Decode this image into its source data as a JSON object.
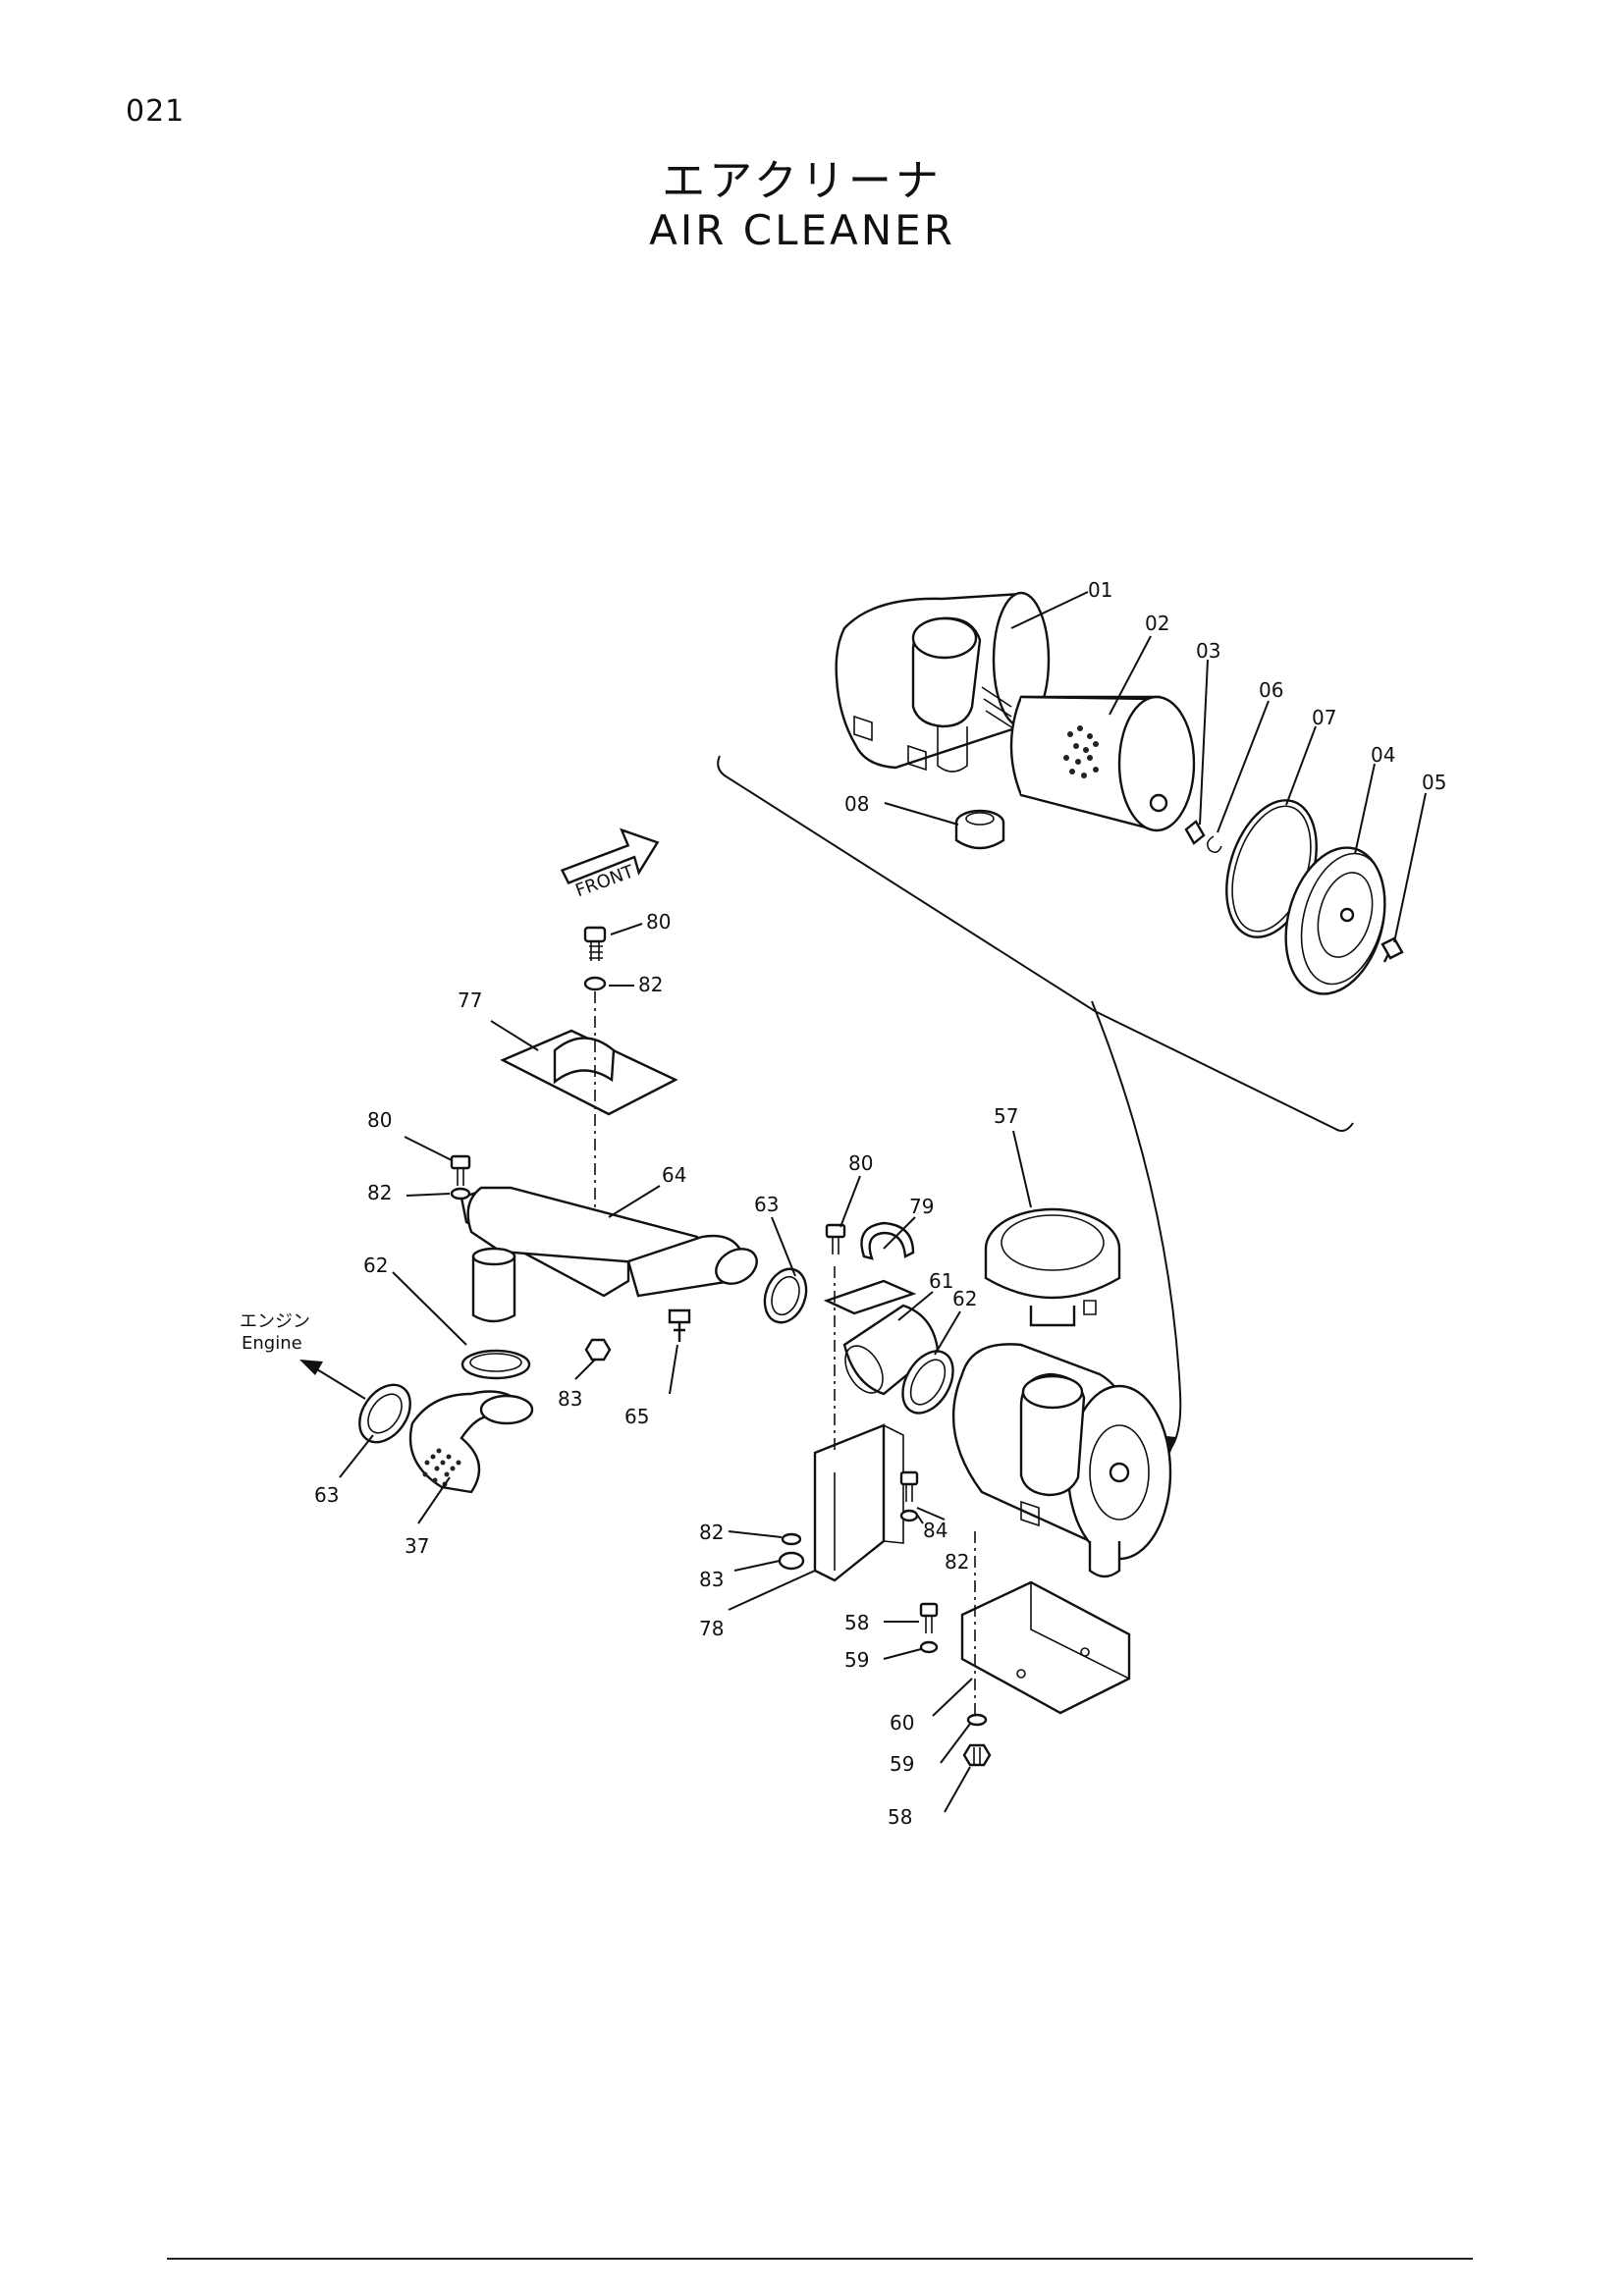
{
  "page": {
    "number": "021"
  },
  "title": {
    "japanese": "エアクリーナ",
    "english": "AIR CLEANER"
  },
  "front_arrow": {
    "label": "FRONT"
  },
  "engine_note": {
    "japanese": "エンジン",
    "english": "Engine"
  },
  "callouts": {
    "c01": "01",
    "c02": "02",
    "c03": "03",
    "c04": "04",
    "c05": "05",
    "c06": "06",
    "c07": "07",
    "c08": "08",
    "c80a": "80",
    "c82a": "82",
    "c77": "77",
    "c80b": "80",
    "c82b": "82",
    "c64": "64",
    "c63a": "63",
    "c80c": "80",
    "c79": "79",
    "c57": "57",
    "c62a": "62",
    "c61": "61",
    "c62b": "62",
    "c83a": "83",
    "c65": "65",
    "c63b": "63",
    "c37": "37",
    "c84": "84",
    "c82c": "82",
    "c82d": "82",
    "c83b": "83",
    "c78": "78",
    "c58a": "58",
    "c59a": "59",
    "c60": "60",
    "c59b": "59",
    "c58b": "58"
  }
}
